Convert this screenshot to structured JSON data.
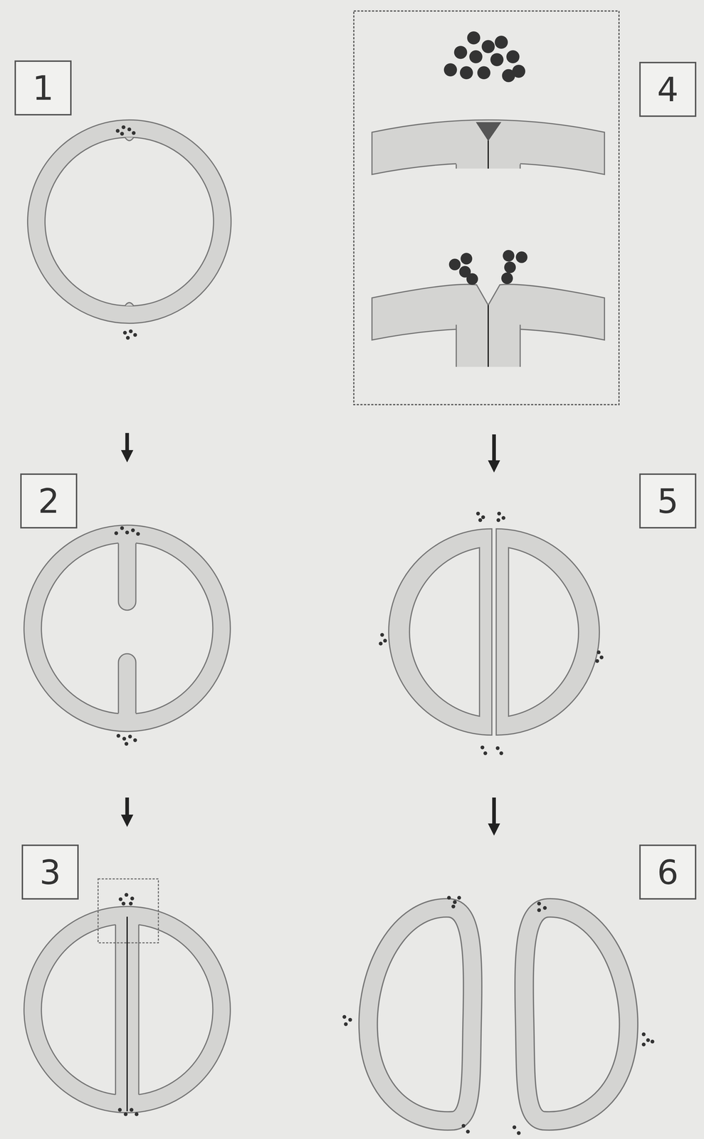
{
  "diagram": {
    "nodes": [
      {
        "text": [
          "1"
        ]
      },
      {
        "text": [
          "2"
        ]
      },
      {
        "text": [
          "3"
        ]
      },
      {
        "text": [
          "4"
        ]
      },
      {
        "text": [
          "5"
        ]
      },
      {
        "text": [
          "6"
        ]
      }
    ]
  }
}
